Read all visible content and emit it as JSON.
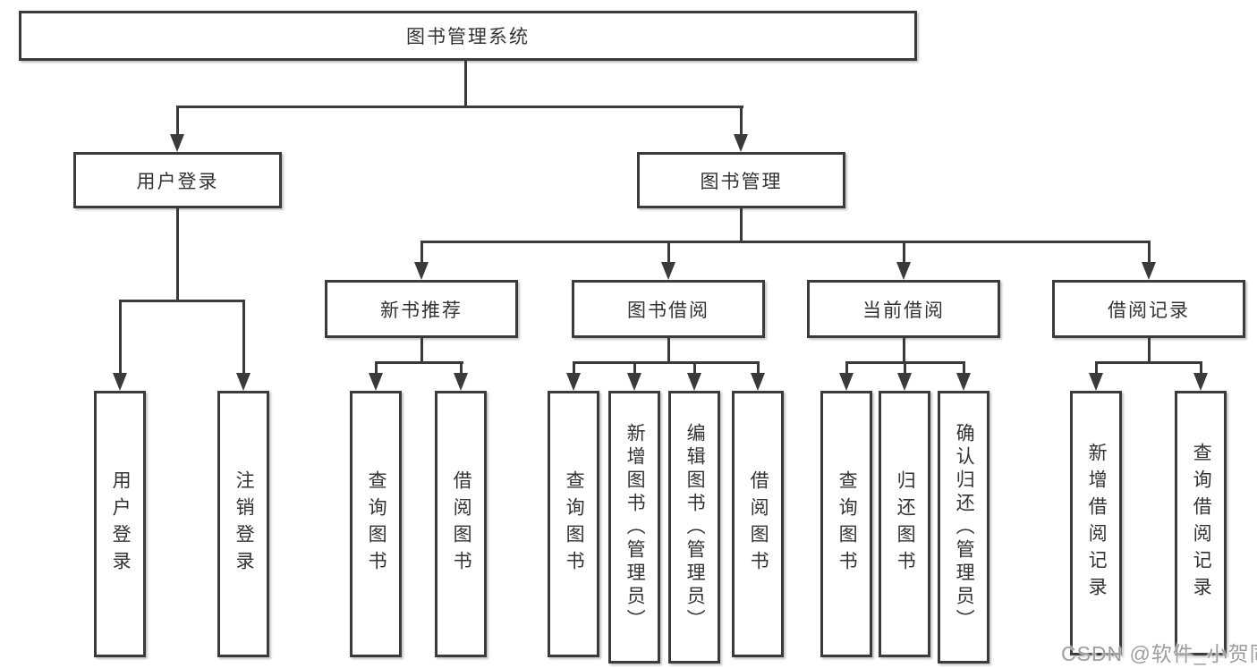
{
  "diagram": {
    "root": {
      "label": "图书管理系统"
    },
    "branches": [
      {
        "label": "用户登录",
        "children": [
          {
            "label": "用户登录"
          },
          {
            "label": "注销登录"
          }
        ]
      },
      {
        "label": "图书管理",
        "children": [
          {
            "label": "新书推荐",
            "children": [
              {
                "label": "查询图书"
              },
              {
                "label": "借阅图书"
              }
            ]
          },
          {
            "label": "图书借阅",
            "children": [
              {
                "label": "查询图书"
              },
              {
                "label": "新增图书（管理员）"
              },
              {
                "label": "编辑图书（管理员）"
              },
              {
                "label": "借阅图书"
              }
            ]
          },
          {
            "label": "当前借阅",
            "children": [
              {
                "label": "查询图书"
              },
              {
                "label": "归还图书"
              },
              {
                "label": "确认归还（管理员）"
              }
            ]
          },
          {
            "label": "借阅记录",
            "children": [
              {
                "label": "新增借阅记录"
              },
              {
                "label": "查询借阅记录"
              }
            ]
          }
        ]
      }
    ],
    "watermark": "CSDN @软件_小贺同学",
    "colors": {
      "line": "#3a3a3a",
      "border": "#3b3b3b",
      "text": "#333333",
      "background": "#ffffff",
      "watermark": "#9e9e9e"
    }
  }
}
